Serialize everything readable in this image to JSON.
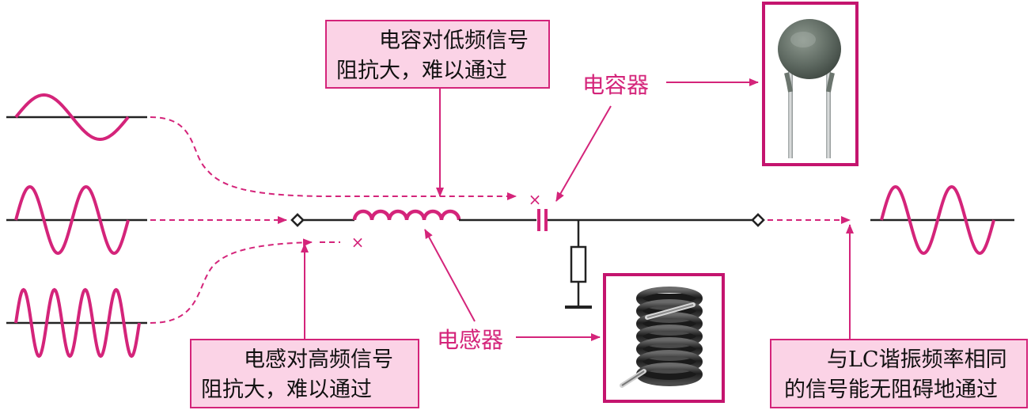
{
  "callouts": {
    "capacitor_low_freq": {
      "line1": "电容对低频信号",
      "line2": "阻抗大，难以通过"
    },
    "inductor_high_freq": {
      "line1": "电感对高频信号",
      "line2": "阻抗大，难以通过"
    },
    "resonant_pass": {
      "line1": "与LC谐振频率相同",
      "line2": "的信号能无阻碍地通过"
    }
  },
  "labels": {
    "capacitor": "电容器",
    "inductor": "电感器"
  },
  "markers": {
    "block_low": "×",
    "block_high": "×"
  },
  "colors": {
    "accent": "#d4247a",
    "box_fill": "#fbd3e6",
    "wire": "#222222",
    "wave": "#d4247a"
  },
  "icons": {
    "capacitor_photo": "ceramic-disc-capacitor-icon",
    "inductor_photo": "air-core-coil-inductor-icon"
  }
}
